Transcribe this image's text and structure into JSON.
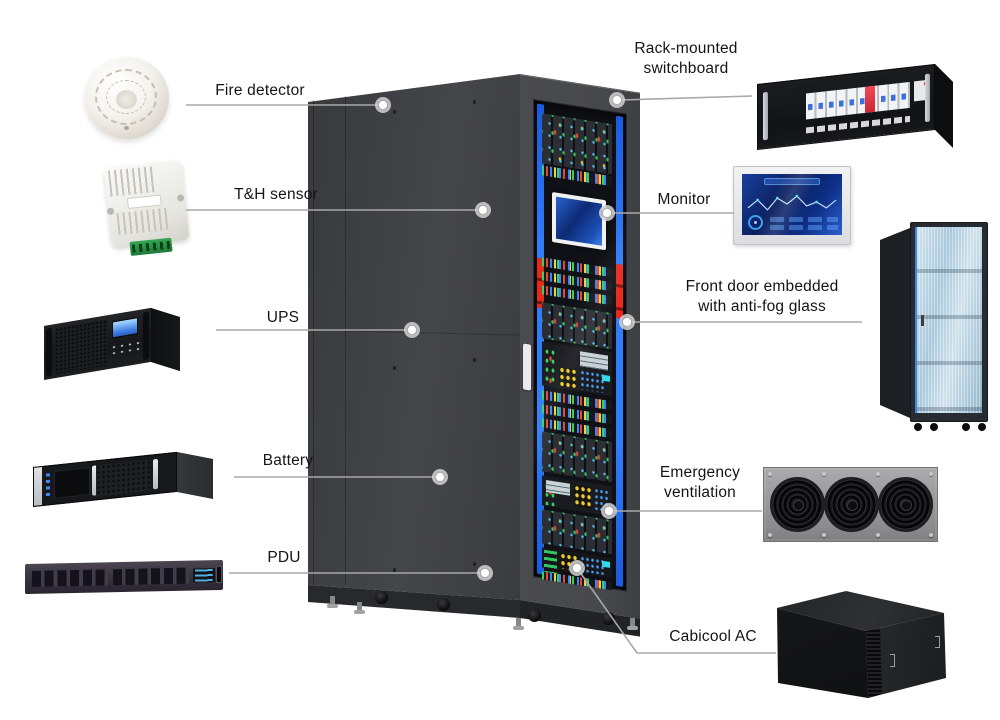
{
  "diagram_title": "",
  "components": {
    "fire": {
      "label": "Fire detector",
      "side": "left"
    },
    "th": {
      "label": "T&H sensor",
      "side": "left"
    },
    "ups": {
      "label": "UPS",
      "side": "left"
    },
    "battery": {
      "label": "Battery",
      "side": "left"
    },
    "pdu": {
      "label": "PDU",
      "side": "left"
    },
    "switchboard": {
      "label": "Rack-mounted switchboard",
      "side": "right"
    },
    "monitor": {
      "label": "Monitor",
      "side": "right"
    },
    "door": {
      "label": "Front door embedded with anti-fog glass",
      "side": "right"
    },
    "vent": {
      "label": "Emergency ventilation",
      "side": "right"
    },
    "ac": {
      "label": "Cabicool AC",
      "side": "right"
    }
  },
  "colors": {
    "background": "#ffffff",
    "leader_line": "#a8a8a8",
    "cabinet_body": "#424346",
    "door_led_blue": "#2f7df8",
    "alarm_red": "#e82818",
    "monitor_screen_blue": "#0e2f86",
    "glass_blue": "#a9c8db",
    "terminal_green": "#2e9e4f"
  }
}
